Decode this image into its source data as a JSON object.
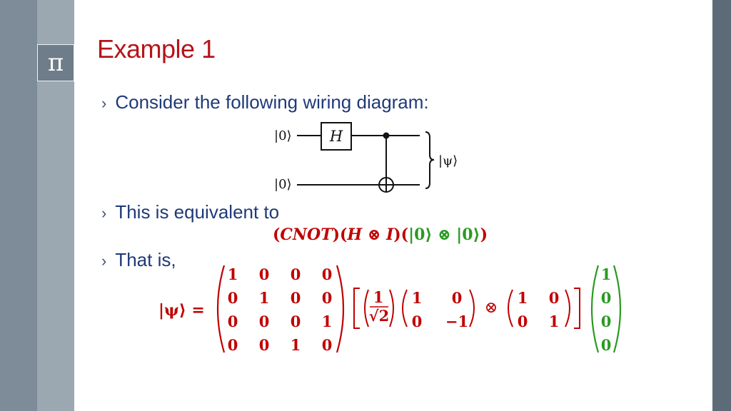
{
  "slide": {
    "title": "Example 1",
    "logo_symbol": "π",
    "bullets": [
      "Consider the following wiring diagram:",
      "This is equivalent to",
      "That is,"
    ],
    "bullet_glyph": "›"
  },
  "circuit": {
    "input_top": "|0⟩",
    "input_bottom": "|0⟩",
    "gate": "H",
    "output": "|ψ⟩"
  },
  "equation1": {
    "parts": [
      {
        "text": "(",
        "color": "red",
        "italic": false
      },
      {
        "text": "CNOT",
        "color": "red",
        "italic": true
      },
      {
        "text": ")(",
        "color": "red",
        "italic": false
      },
      {
        "text": "H",
        "color": "red",
        "italic": true
      },
      {
        "text": " ⊗ ",
        "color": "red",
        "italic": false
      },
      {
        "text": "I",
        "color": "red",
        "italic": true
      },
      {
        "text": ")(",
        "color": "red",
        "italic": false
      },
      {
        "text": "|0⟩ ⊗ |0⟩",
        "color": "green",
        "italic": false
      },
      {
        "text": ")",
        "color": "red",
        "italic": false
      }
    ]
  },
  "equation2": {
    "lhs": "|ψ⟩ =",
    "cnot_matrix": [
      [
        "1",
        "0",
        "0",
        "0"
      ],
      [
        "0",
        "1",
        "0",
        "0"
      ],
      [
        "0",
        "0",
        "0",
        "1"
      ],
      [
        "0",
        "0",
        "1",
        "0"
      ]
    ],
    "scalar_num": "1",
    "scalar_den": "√2",
    "h_matrix": [
      [
        "1",
        "0"
      ],
      [
        "0",
        "−1"
      ]
    ],
    "tensor": "⊗",
    "i_matrix": [
      [
        "1",
        "0"
      ],
      [
        "0",
        "1"
      ]
    ],
    "state_vector": [
      "1",
      "0",
      "0",
      "0"
    ]
  },
  "colors": {
    "title": "#b4151a",
    "bullet_text": "#1f3a78",
    "red_math": "#c00000",
    "green_math": "#2a9a22"
  }
}
